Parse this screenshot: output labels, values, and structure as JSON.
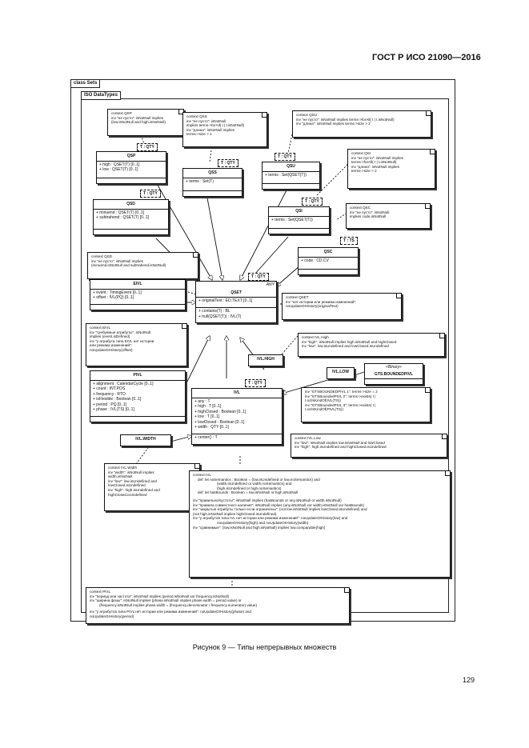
{
  "header": "ГОСТ Р ИСО 21090—2016",
  "frame_label": "class Sets",
  "package_label": "ISO DataTypes",
  "classes": {
    "qsp": {
      "tp": "T : QTY",
      "name": "QSP",
      "attrs": [
        "+ high : QSET(T) [0..1]",
        "+ low : QSET(T) [0..1]"
      ]
    },
    "qss": {
      "tp": "T : QTY",
      "name": "QSS",
      "attrs": [
        "+ terms : Set(T)"
      ]
    },
    "qsu": {
      "tp": "T : QTY",
      "name": "QSU",
      "attrs": [
        "+ terms : Set(QSET(T))"
      ]
    },
    "qsd": {
      "tp": "T : QTY",
      "name": "QSD",
      "attrs": [
        "+ minuend : QSET(T) [0..1]",
        "+ subtrahend : QSET(T) [0..1]"
      ]
    },
    "qsi": {
      "tp": "T : QTY",
      "name": "QSI",
      "attrs": [
        "+ terms : Set(QSET(T))"
      ]
    },
    "qsc": {
      "tp": "T : TS",
      "name": "QSC",
      "attrs": [
        "+ code : CD.CV"
      ]
    },
    "qset": {
      "tp": "T : QTY",
      "stereo": "ANY",
      "name": "QSET",
      "attrs": [
        "+ originalText : ED.TEXT [0..1]"
      ],
      "ops": [
        "+ contains(T) : BL",
        "+ hull(QSET(T)) : IVL(T)"
      ]
    },
    "eivl": {
      "name": "EIVL",
      "attrs": [
        "+ event : TimingEvent [0..1]",
        "+ offset : IVL(PQ) [0..1]"
      ]
    },
    "pivl": {
      "name": "PIVL",
      "attrs": [
        "+ alignment : CalendarCycle [0..1]",
        "+ count : INT.POS",
        "+ frequency : RTO",
        "+ isFlexible : Boolean [0..1]",
        "+ period : PQ [0..1]",
        "+ phase : IVL(TS) [0..1]"
      ]
    },
    "ivl": {
      "tp": "T : QTY",
      "name": "IVL",
      "attrs": [
        "+ any : T",
        "+ high : T [0..1]",
        "+ highClosed : Boolean [0..1]",
        "+ low : T [0..1]",
        "+ lowClosed : Boolean [0..1]",
        "+ width : QTY [0..1]"
      ],
      "ops": [
        "+ center() : T"
      ]
    }
  },
  "small_boxes": {
    "ivl_high": "IVL.HIGH",
    "ivl_low": "IVL.LOW",
    "ivl_width": "IVL.WIDTH",
    "gts_stereo": "«Binary»",
    "gts": "GTS.BOUNDEDPIVL"
  },
  "notes": {
    "qsp": [
      "context QSP",
      "inv \"не пусто\": isNotNull implies",
      "(low.isNotNull and high.isNotNull)"
    ],
    "qss": [
      "context QSS",
      "inv \"не пусто\": isNotNull",
      "implies terms->forAll( t | t.isNotNull)",
      "inv \"длина\": isNotNull implies",
      "terms->size > 1"
    ],
    "qsu": [
      "context QSU",
      "inv \"не пусто\": isNotNull implies terms->forAll( t | t.isNotNull)",
      "inv \"длина\": isNotNull implies terms->size > 2"
    ],
    "qsi": [
      "context QSI",
      "inv \"не пусто\": isNotNull implies",
      "terms->forAll( t | t.isNotNull)",
      "inv \"длина\": isNotNull implies",
      "terms->size > 2"
    ],
    "qsc": [
      "context QSC",
      "inv \"не пусто\": isNotNull",
      "implies code.isNotNull"
    ],
    "qsd": [
      "context QSD",
      "inv \"не пусто\": isNotNull implies",
      "(minuend.isNotNull and subtrahend.isNotNull)"
    ],
    "qset": [
      "context QSET",
      "inv \"нет истории или режима изменений\":",
      "noUpdateOrHistory(originalText)"
    ],
    "eivl": [
      "context EIVL",
      "inv \"требуемые атрибуты\": isNotNull",
      "implies (event.isDefined)",
      "inv \"у атрибута типа EIVL нет истории",
      "или режима изменений\":",
      "noUpdateOrHistory(offset)"
    ],
    "ivlhigh": [
      "context IVL.High",
      "inv \"high\": isNotNull implies high.isNotNull and highClosed",
      "inv \"low\": low.isUndefined and lowClosed.isUndefined"
    ],
    "gts": [
      "inv \"GTSBOUNDEDPIVL 1\": terms->size = 2",
      "inv \"GTSBoundedPIVL 2\": terms->exists( t |",
      "t.oclIsKindOf(IVL(TS))",
      "inv \"GTSBoundedPIVL 3\": terms->exists( t |",
      "t.oclIsKindOf(PIVL(TS))"
    ],
    "ivllow": [
      "context IVL.Low",
      "inv \"low\": isNotNull implies low.isNotNull and lowClosed",
      "inv \"high\": high.isUndefined and highClosed.isUndefined"
    ],
    "ivlwidth": [
      "context IVL.Width",
      "inv \"width\": isNotNull implies",
      "width.isNotNull",
      "inv \"low\": low.isUndefined and",
      "lowClosed.isUndefined",
      "inv \"high\": high.isUndefined and",
      "highClosed.isUndefined"
    ],
    "ivl": [
      "context IVL",
      "def: let noSemantics : Boolean = (low.isUndefined or low.noSemantics) and",
      "(width.isUndefined or width.noSemantics) and",
      "(high.isUndefined or high.noSemantics)",
      "def: let hasBounds : Boolean = low.isNotNull or high.isNotNull",
      "",
      "inv \"правильно/пустоты\": isNotNull implies (hasBounds or any.isNotNull or width.isNotNull)",
      "inv \"правила совместного наличия\": isNotNull implies (any.isNotNull xor width.isNotNull xor hasBounds)",
      "inv \"закрытые атрибуты только если ограничены\": (not low.isNotNull implies lowClosed.isUndefined) and",
      "(not high.isNotNull implies highClosed.isUndefined)",
      "inv \"у атрибутов типа IVL нет истории или режима изменений\": noUpdateOrHistory(low) and",
      "noUpdateOrHistory(high) and noUpdateOrHistory(width)",
      "inv \"сравнимые\": (low.isNotNull and high.isNotNull) implies low.comparable(high)"
    ],
    "pivl": [
      "context PIVL",
      "inv \"период или частота\": isNotNull implies (period.isNotNull xor frequency.isNotNull)",
      "inv \"ширина фазы\": isNotNull implies (phase.isNotNull implies phase.width = period.value) or",
      "(frequency.isNotNull implies phase.width = (frequency.denominator / frequency.numerator).value)",
      "",
      "inv \"у атрибутов типа PIVL нет истории или режима изменений\": noUpdateOrHistory(phase) and",
      "noUpdateOrHistory(period)"
    ]
  },
  "caption": "Рисунок 9 — Типы непрерывных множеств",
  "page_number": "129"
}
